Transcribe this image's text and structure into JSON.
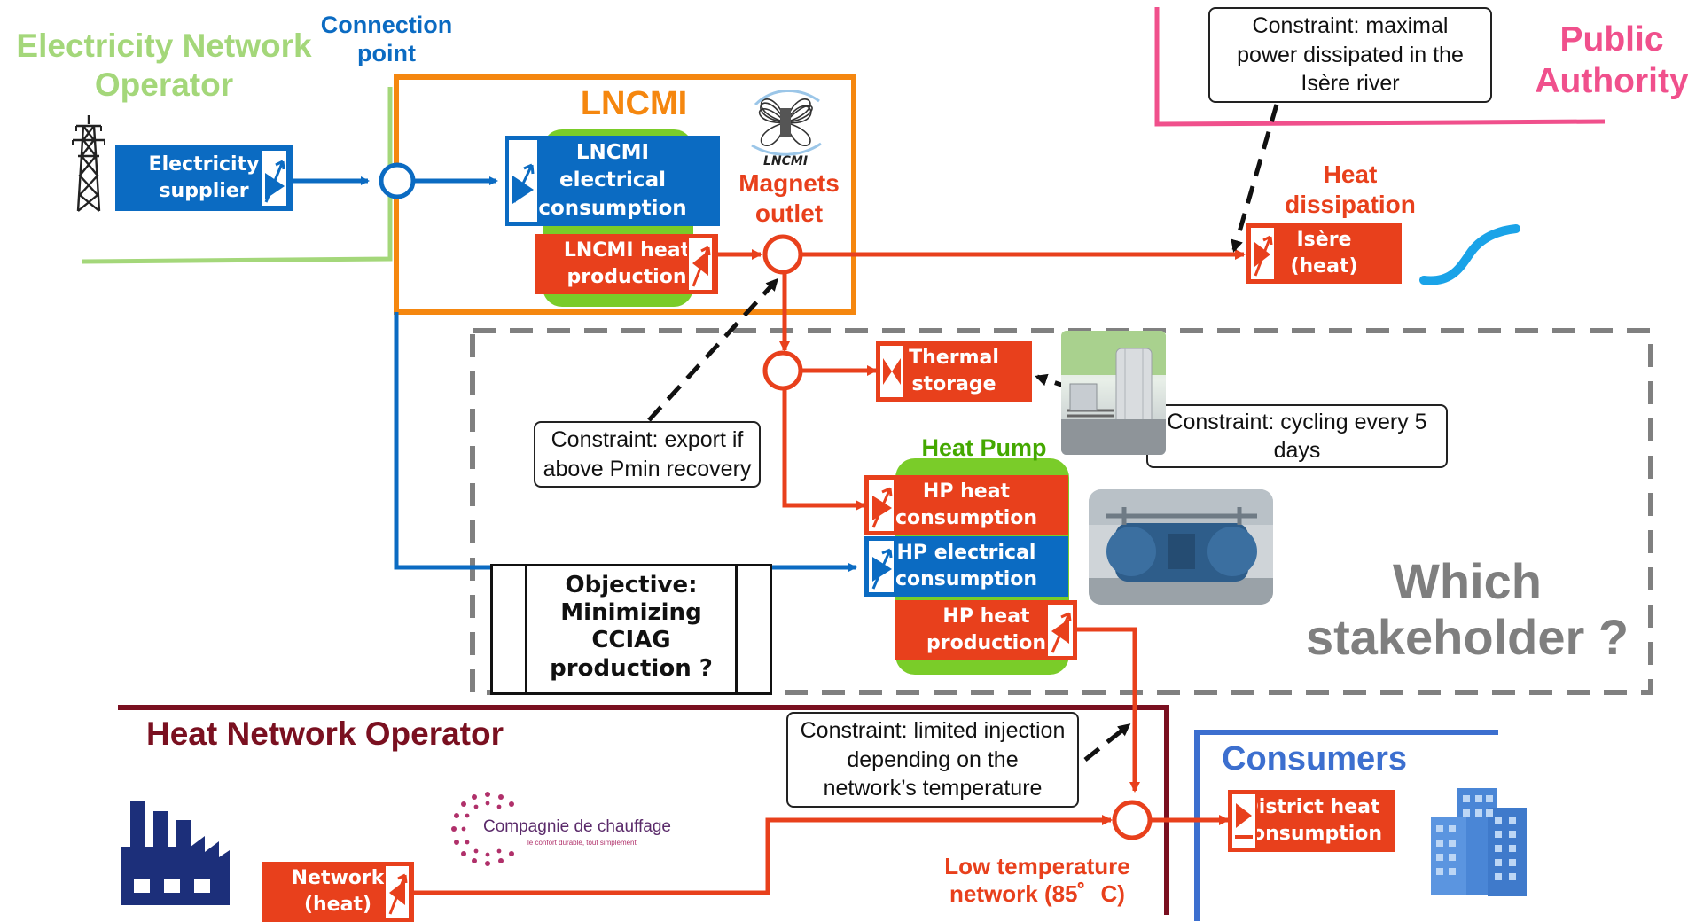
{
  "stakeholders": {
    "electricity_operator": "Electricity Network\nOperator",
    "connection_point": "Connection\npoint",
    "lncmi": "LNCMI",
    "public_authority": "Public\nAuthority",
    "heat_network_operator": "Heat Network Operator",
    "consumers": "Consumers",
    "which_stakeholder": "Which\nstakeholder ?",
    "heat_pump": "Heat Pump"
  },
  "blocks": {
    "electricity_supplier": "Electricity\nsupplier",
    "lncmi_electrical": "LNCMI\nelectrical\nconsumption",
    "lncmi_heat": "LNCMI heat\nproduction",
    "isere_heat": "Isère\n(heat)",
    "thermal_storage": "Thermal\nstorage",
    "hp_heat_consumption": "HP heat\nconsumption",
    "hp_electrical": "HP electrical\nconsumption",
    "hp_heat_production": "HP heat\nproduction",
    "district_heat": "District heat\nconsumption",
    "network_heat": "Network\n(heat)"
  },
  "labels": {
    "magnets_outlet": "Magnets\noutlet",
    "heat_dissipation": "Heat\ndissipation",
    "low_temperature_network": "Low temperature\nnetwork (85゜C)",
    "lncmi_logo_text": "LNCMI",
    "cciag_logo_text": "Compagnie de chauffage",
    "cciag_tagline": "le confort durable, tout simplement"
  },
  "constraints": {
    "isere": "Constraint: maximal\npower dissipated in the\nIsère river",
    "export": "Constraint: export if\nabove Pmin recovery",
    "cycling": "Constraint: cycling every 5\ndays",
    "injection": "Constraint: limited injection\ndepending on the\nnetwork’s temperature"
  },
  "objective": "Objective:\nMinimizing\nCCIAG\nproduction ?",
  "colors": {
    "electric": "#0b6bc2",
    "heat": "#e8401c",
    "electricity_operator": "#a4d77a",
    "lncmi": "#f5870f",
    "public_authority": "#f0508c",
    "heat_network_operator": "#7a1020",
    "consumers": "#3c6fcf",
    "which_stakeholder": "#7f7f7f",
    "heat_pump_green": "#7acc29"
  },
  "icons": [
    "transmission-tower-icon",
    "magnet-field-icon",
    "river-icon",
    "thermal-tank-photo",
    "heat-pump-photo",
    "factory-icon",
    "buildings-icon",
    "cciag-logo"
  ]
}
